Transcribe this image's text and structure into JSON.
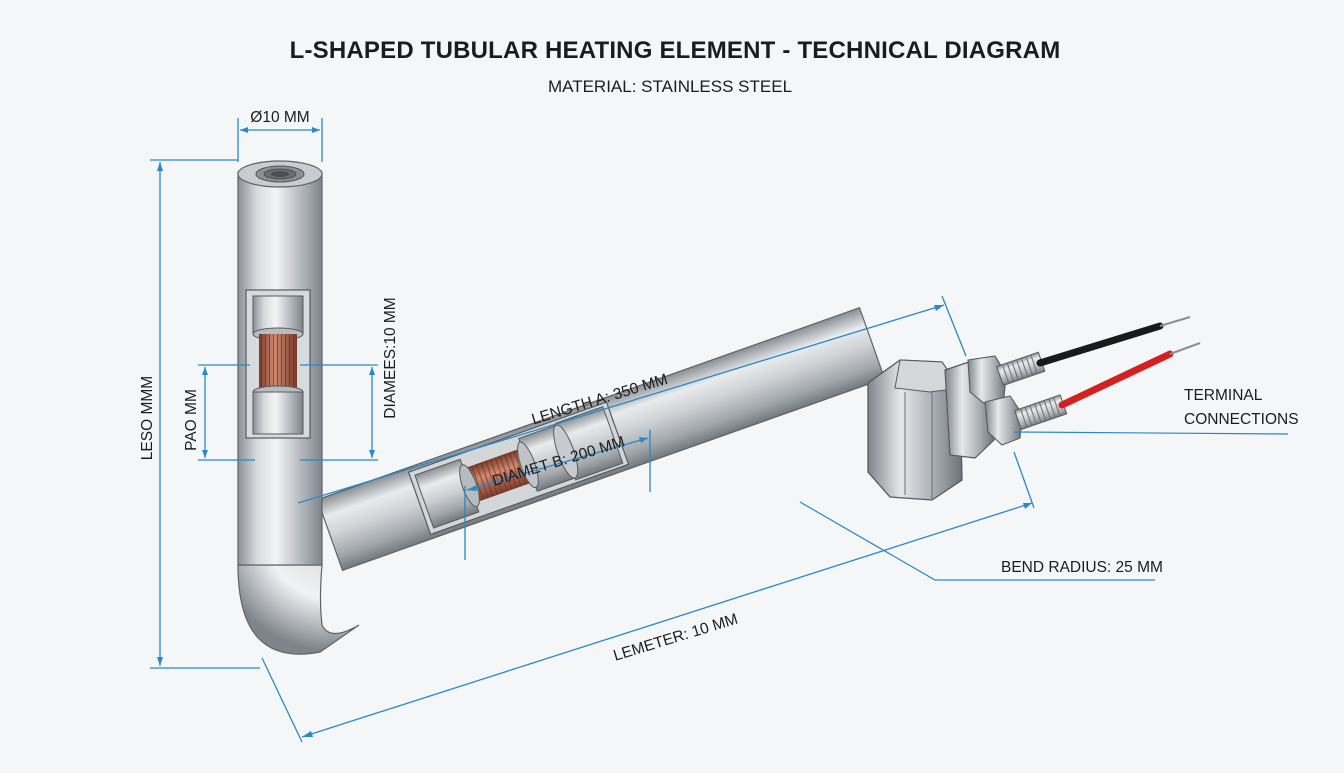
{
  "title": "L-SHAPED TUBULAR HEATING ELEMENT - TECHNICAL DIAGRAM",
  "subtitle": "MATERIAL: STAINLESS STEEL",
  "labels": {
    "diameter_top": "Ø10 MM",
    "diamees_side": "DIAMEES:10 MM",
    "leso": "LESO MMM",
    "pao": "PAO MM",
    "length_a": "LENGTH A: 350 MM",
    "diamet_b": "DIAMET B: 200 MM",
    "terminal_line1": "TERMINAL",
    "terminal_line2": "CONNECTIONS",
    "bend_radius": "BEND RADIUS: 25 MM",
    "lemeter": "LEMETER: 10 MM"
  },
  "colors": {
    "dimension_line": "#2a88c8",
    "steel": "#c4c8cc",
    "copper_coil": "#b0604a",
    "wire_black": "#1a1a1a",
    "wire_red": "#d42020"
  }
}
